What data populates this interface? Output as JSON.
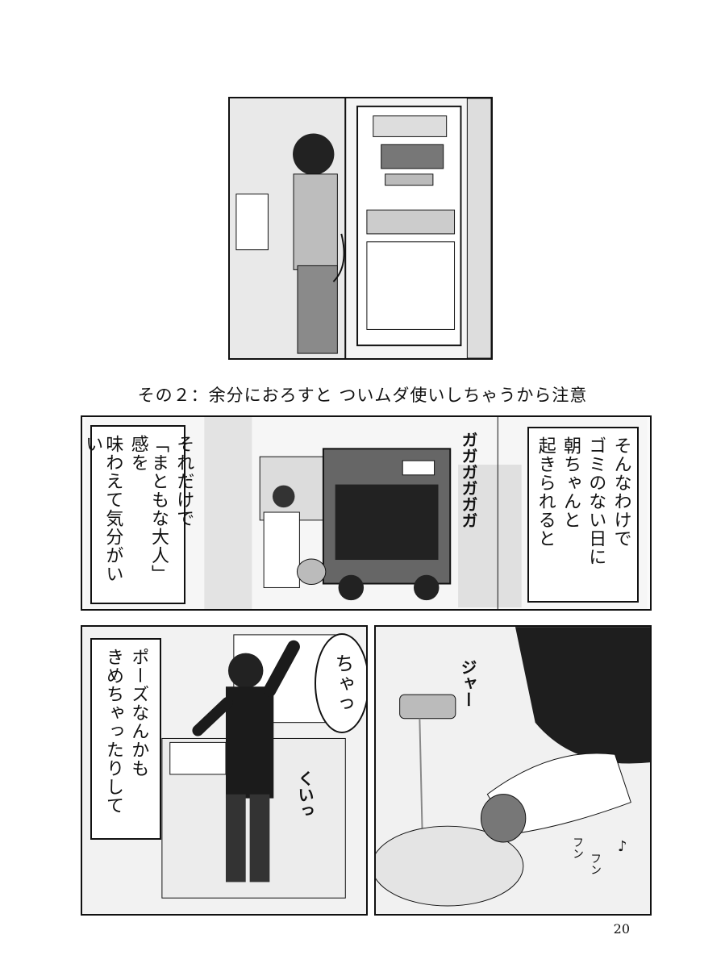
{
  "caption": "その２：余分におろすと ついムダ使いしちゃうから注意",
  "panel2": {
    "narration_right": [
      "そんなわけで",
      "ゴミのない日に",
      "朝ちゃんと",
      "起きられると"
    ],
    "narration_left": [
      "それだけで",
      "「まともな大人」感を",
      "味わえて気分がいい"
    ],
    "sfx": "ガガガガガガ"
  },
  "panel3": {
    "narration": [
      "ポーズなんかも",
      "きめちゃったりして"
    ],
    "bubble": "ちゃっ",
    "sfx_kui": "くいっ"
  },
  "panel4": {
    "sfx_water": "ジャー",
    "sfx_fun1": "フン",
    "sfx_fun2": "フン",
    "sfx_note": "♪"
  },
  "page_number": "20"
}
